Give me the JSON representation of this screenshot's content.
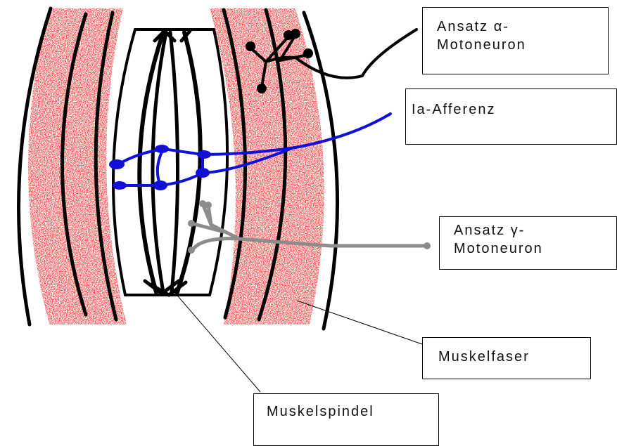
{
  "labels": {
    "alpha_motoneuron": {
      "line1": "Ansatz α-",
      "line2": "Motoneuron"
    },
    "ia_afferenz": {
      "text": "Ia-Afferenz"
    },
    "gamma_motoneuron": {
      "line1": "Ansatz γ-",
      "line2": "Motoneuron"
    },
    "muskelfaser": {
      "text": "Muskelfaser"
    },
    "muskelspindel": {
      "text": "Muskelspindel"
    }
  },
  "colors": {
    "muscle_fiber": "#e01414",
    "outline": "#000000",
    "ia_afferent": "#1010d8",
    "gamma_motoneuron": "#8c8c8c",
    "alpha_motoneuron": "#000000"
  }
}
